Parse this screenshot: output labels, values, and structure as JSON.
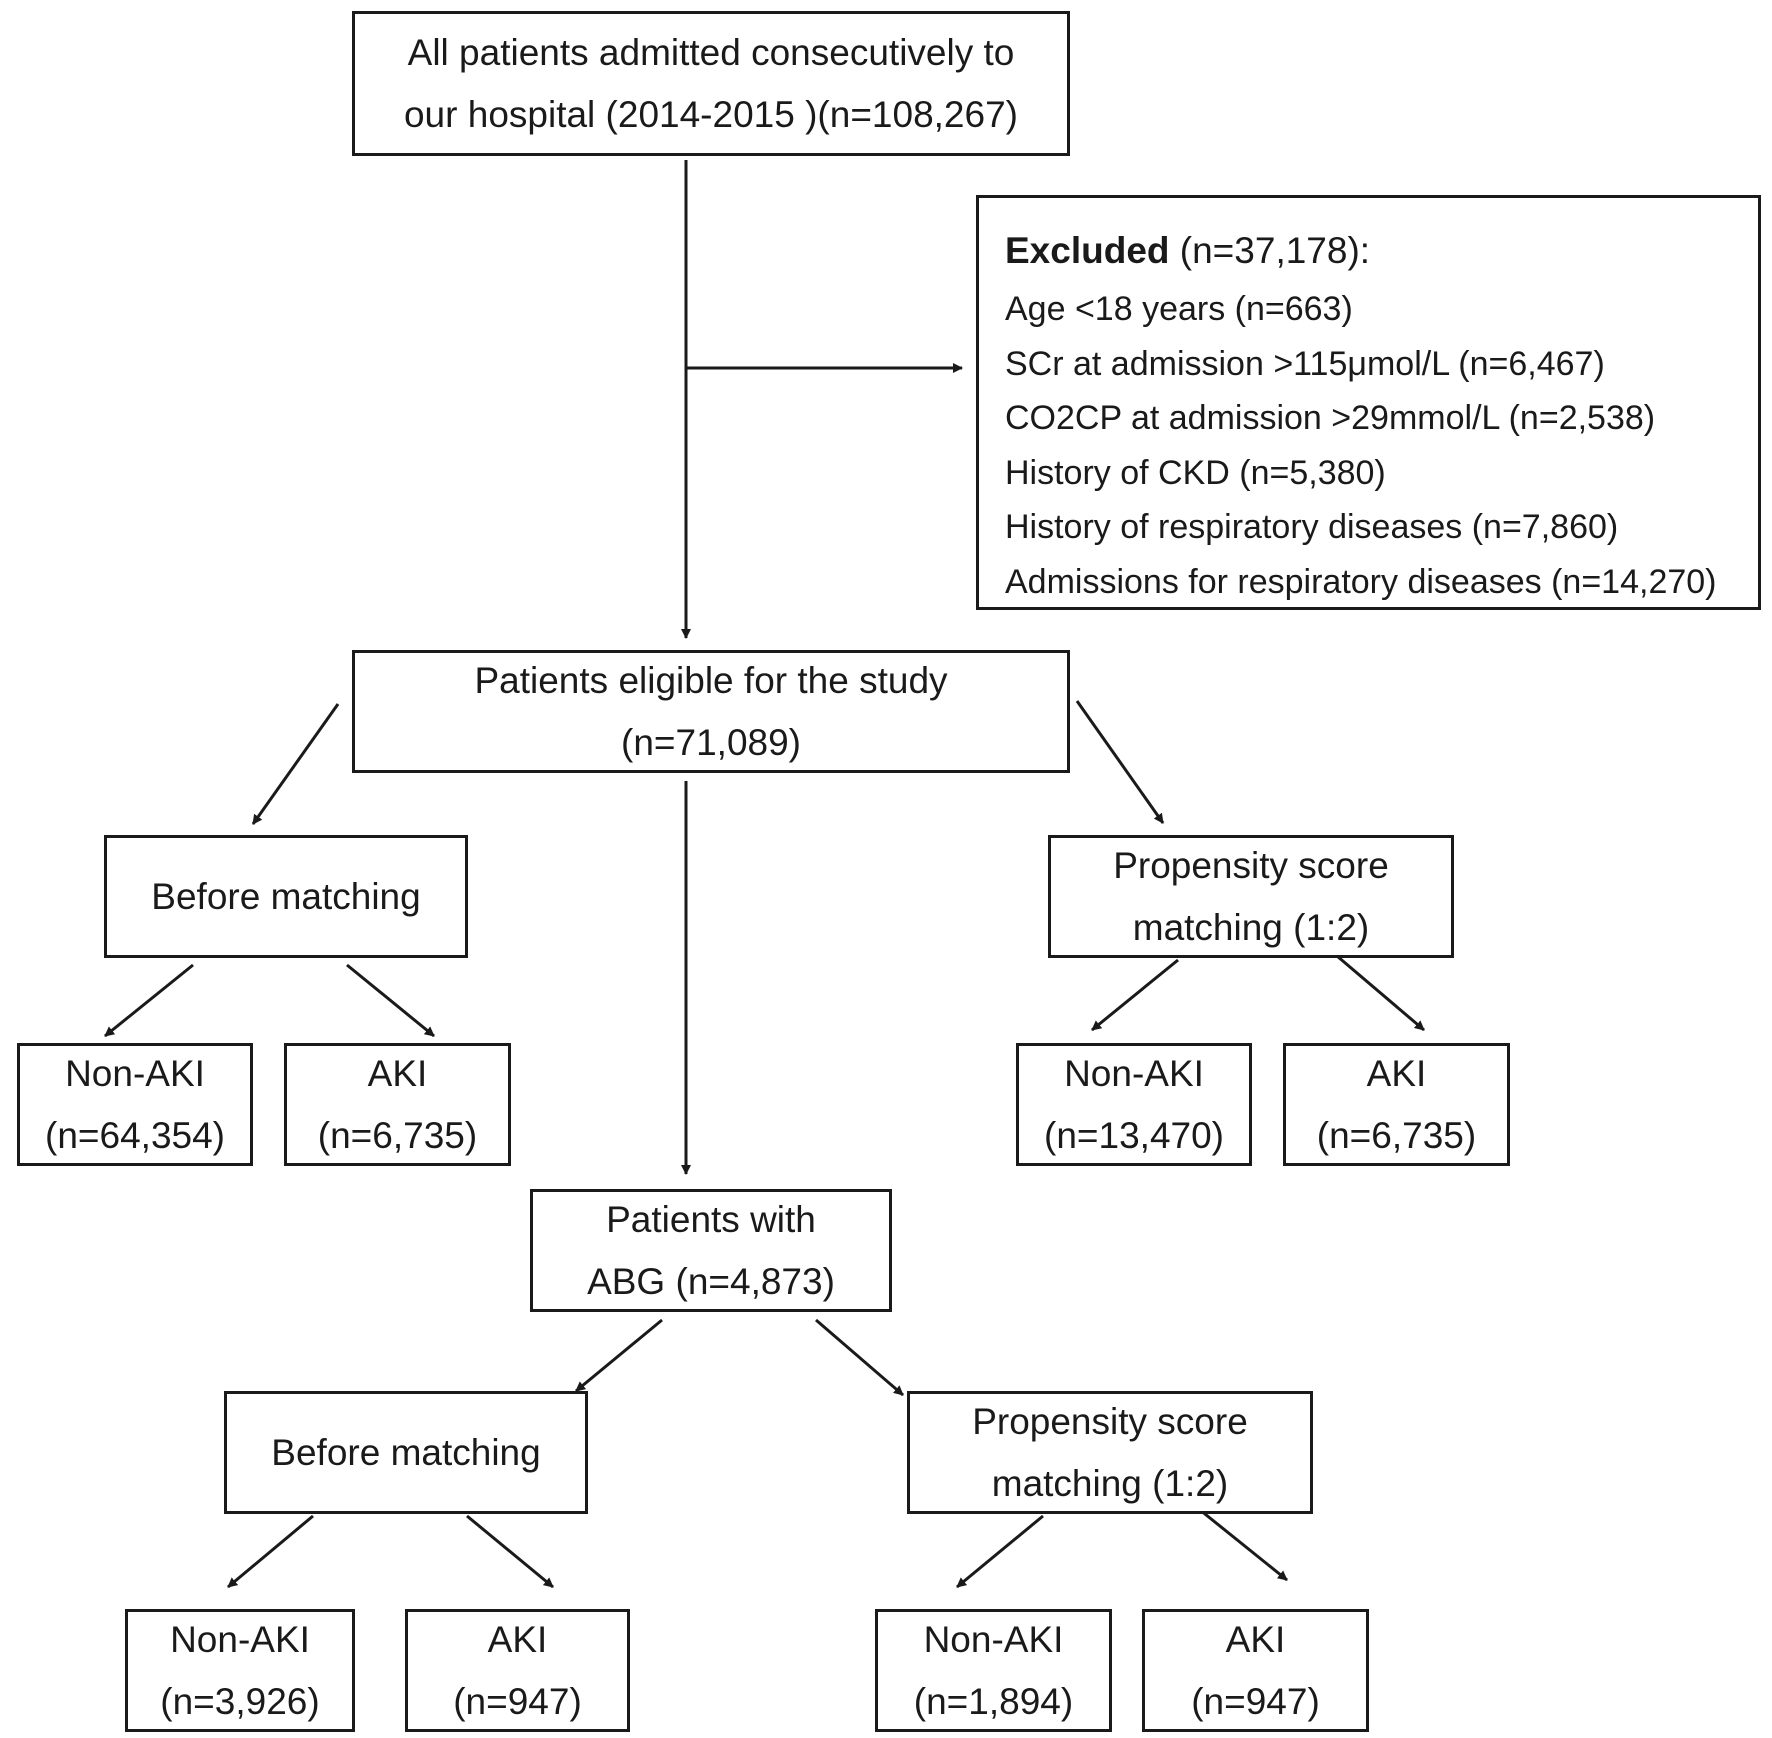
{
  "boxes": {
    "all_patients": {
      "lines": [
        "All patients admitted consecutively to",
        "our hospital (2014-2015 )(n=108,267)"
      ]
    },
    "excluded": {
      "title_bold": "Excluded",
      "title_rest": " (n=37,178):",
      "items": [
        "Age <18 years (n=663)",
        "SCr at admission >115μmol/L (n=6,467)",
        "CO2CP at admission >29mmol/L (n=2,538)",
        "History of CKD (n=5,380)",
        "History of respiratory diseases (n=7,860)",
        "Admissions for respiratory diseases (n=14,270)"
      ]
    },
    "eligible": {
      "lines": [
        "Patients eligible for the study",
        "(n=71,089)"
      ]
    },
    "before_matching_1": {
      "lines": [
        "Before matching"
      ]
    },
    "psm_1": {
      "lines": [
        "Propensity score",
        "matching (1:2)"
      ]
    },
    "non_aki_1": {
      "lines": [
        "Non-AKI",
        "(n=64,354)"
      ]
    },
    "aki_1": {
      "lines": [
        "AKI",
        "(n=6,735)"
      ]
    },
    "non_aki_2": {
      "lines": [
        "Non-AKI",
        "(n=13,470)"
      ]
    },
    "aki_2": {
      "lines": [
        "AKI",
        "(n=6,735)"
      ]
    },
    "abg": {
      "lines": [
        "Patients with",
        "ABG (n=4,873)"
      ]
    },
    "before_matching_2": {
      "lines": [
        "Before matching"
      ]
    },
    "psm_2": {
      "lines": [
        "Propensity score",
        "matching (1:2)"
      ]
    },
    "non_aki_3": {
      "lines": [
        "Non-AKI",
        "(n=3,926)"
      ]
    },
    "aki_3": {
      "lines": [
        "AKI",
        "(n=947)"
      ]
    },
    "non_aki_4": {
      "lines": [
        "Non-AKI",
        "(n=1,894)"
      ]
    },
    "aki_4": {
      "lines": [
        "AKI",
        "(n=947)"
      ]
    }
  }
}
